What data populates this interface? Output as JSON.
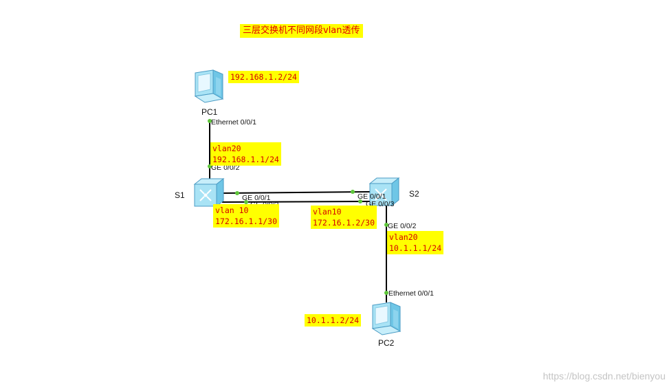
{
  "title": "三层交换机不同网段vlan透传",
  "devices": {
    "pc1": "PC1",
    "pc2": "PC2",
    "s1": "S1",
    "s2": "S2"
  },
  "ports": {
    "pc1_eth": "Ethernet 0/0/1",
    "s1_ge002": "GE 0/0/2",
    "s1_ge001": "GE 0/0/1",
    "s1_ge003": "GE 0/0/3",
    "s2_ge001": "GE 0/0/1",
    "s2_ge003": "GE 0/0/3",
    "s2_ge002": "GE 0/0/2",
    "pc2_eth": "Ethernet 0/0/1"
  },
  "notes": {
    "pc1_ip": "192.168.1.2/24",
    "s1_vlan20_name": "vlan20",
    "s1_vlan20_ip": "192.168.1.1/24",
    "s1_vlan10_name": "vlan 10",
    "s1_vlan10_ip": "172.16.1.1/30",
    "s2_vlan10_name": "vlan10",
    "s2_vlan10_ip": "172.16.1.2/30",
    "s2_vlan20_name": "vlan20",
    "s2_vlan20_ip": "10.1.1.1/24",
    "pc2_ip": "10.1.1.2/24"
  },
  "watermark": "https://blog.csdn.net/bienyou",
  "colors": {
    "label_bg": "#ffff00",
    "label_text": "#d40000",
    "link": "#000000",
    "port_dot": "#5ec63a",
    "device": "#a9e3f5"
  }
}
